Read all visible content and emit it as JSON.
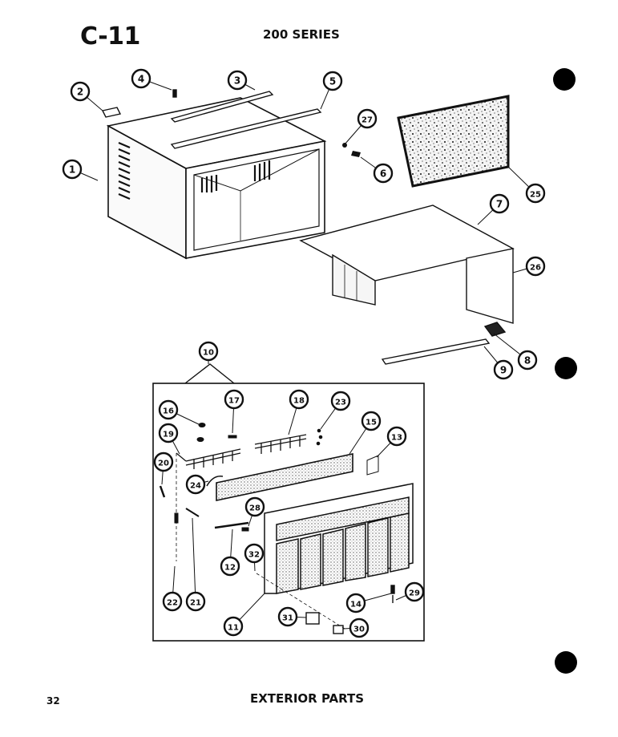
{
  "header": {
    "page_id": "C-11",
    "series": "200 SERIES"
  },
  "footer": {
    "page_number": "32",
    "section": "EXTERIOR PARTS"
  },
  "callouts": [
    {
      "label": "1",
      "part": "cabinet"
    },
    {
      "label": "2",
      "part": "clip"
    },
    {
      "label": "3",
      "part": "rail"
    },
    {
      "label": "4",
      "part": "screw"
    },
    {
      "label": "5",
      "part": "rail"
    },
    {
      "label": "27",
      "part": "screw"
    },
    {
      "label": "6",
      "part": "screw"
    },
    {
      "label": "25",
      "part": "filter"
    },
    {
      "label": "7",
      "part": "partition"
    },
    {
      "label": "26",
      "part": "side-panel"
    },
    {
      "label": "8",
      "part": "bracket"
    },
    {
      "label": "9",
      "part": "sill-strip"
    },
    {
      "label": "10",
      "part": "front-assembly"
    },
    {
      "label": "16",
      "part": "knob"
    },
    {
      "label": "17",
      "part": "clip"
    },
    {
      "label": "18",
      "part": "louver"
    },
    {
      "label": "23",
      "part": "spring"
    },
    {
      "label": "15",
      "part": "grille-panel"
    },
    {
      "label": "13",
      "part": "bracket"
    },
    {
      "label": "19",
      "part": "louver"
    },
    {
      "label": "20",
      "part": "pin"
    },
    {
      "label": "24",
      "part": "link"
    },
    {
      "label": "28",
      "part": "rod"
    },
    {
      "label": "12",
      "part": "rod"
    },
    {
      "label": "32",
      "part": "screw"
    },
    {
      "label": "22",
      "part": "pin"
    },
    {
      "label": "21",
      "part": "link"
    },
    {
      "label": "11",
      "part": "front-grille"
    },
    {
      "label": "14",
      "part": "screw"
    },
    {
      "label": "29",
      "part": "clip"
    },
    {
      "label": "31",
      "part": "pad"
    },
    {
      "label": "30",
      "part": "pad"
    }
  ]
}
